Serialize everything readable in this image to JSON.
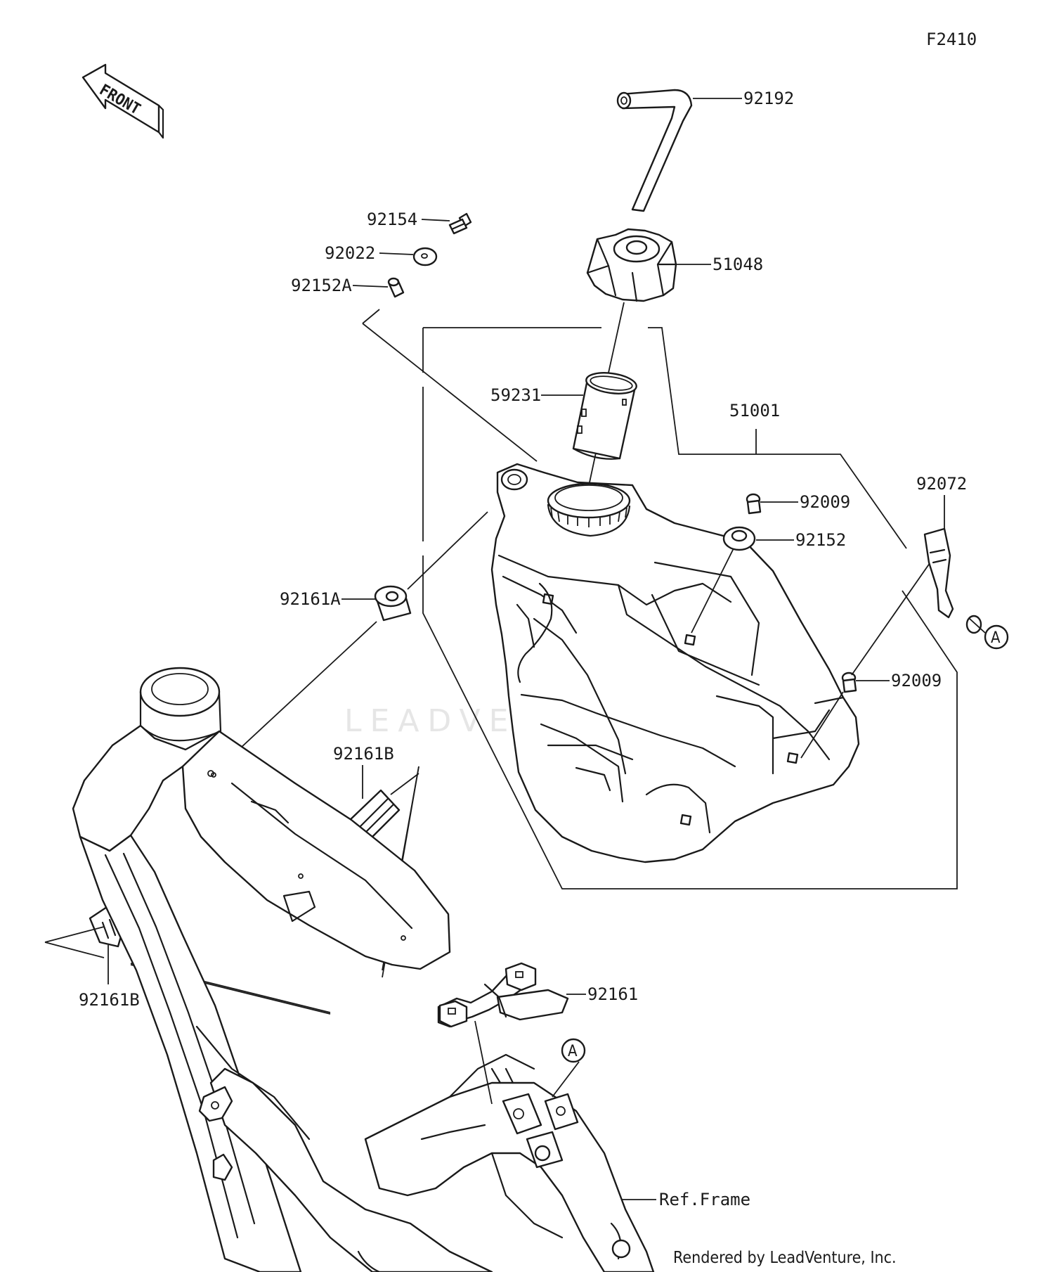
{
  "figure_code": "F2410",
  "front_label": "FRONT",
  "watermark": "LEADVENTURE",
  "callouts": {
    "p92192": "92192",
    "p92154": "92154",
    "p92022": "92022",
    "p92152A": "92152A",
    "p51048": "51048",
    "p59231": "59231",
    "p51001": "51001",
    "p92072": "92072",
    "p92009a": "92009",
    "p92152": "92152",
    "p92161A": "92161A",
    "p92009b": "92009",
    "p92161B_top": "92161B",
    "p92161B_left": "92161B",
    "p92161": "92161",
    "ref_frame": "Ref.Frame"
  },
  "ref_markers": {
    "a_upper": "A",
    "a_lower": "A"
  },
  "credit": "Rendered by LeadVenture, Inc."
}
